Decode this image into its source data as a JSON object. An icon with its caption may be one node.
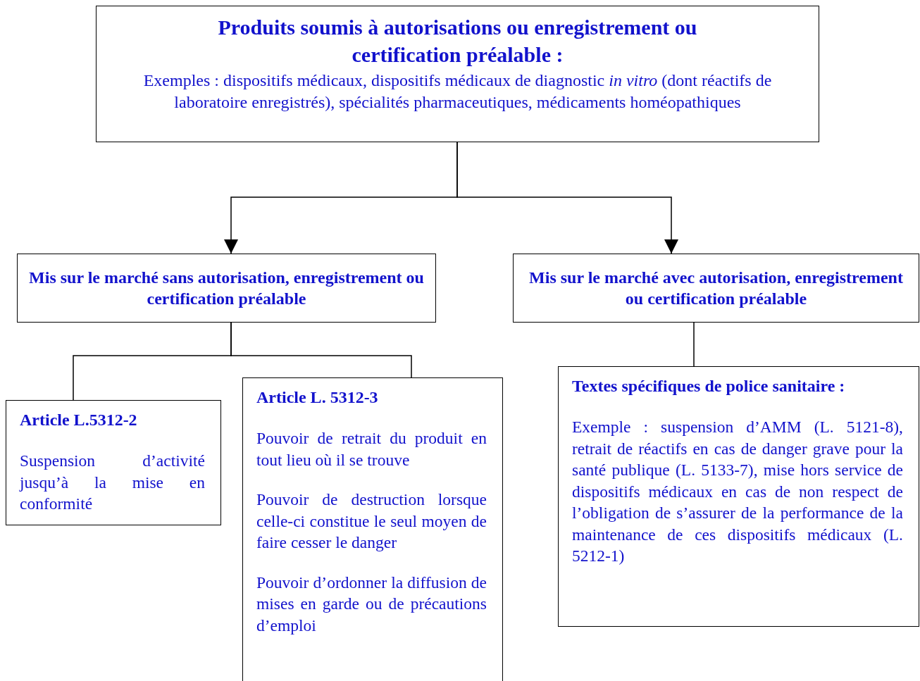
{
  "diagram": {
    "nodes": [
      {
        "text": [
          "Produits soumis à autorisations ou enregistrement ou certification préalable :",
          "Exemples : dispositifs médicaux, dispositifs médicaux de diagnostic *in vitro* (dont réactifs de laboratoire enregistrés), spécialités pharmaceutiques, médicaments homéopathiques"
        ]
      },
      {
        "text": [
          "Mis sur le marché sans autorisation, enregistrement ou certification préalable"
        ]
      },
      {
        "text": [
          "Mis sur le marché avec autorisation, enregistrement ou certification préalable"
        ]
      },
      {
        "text": [
          "Article L.5312-2",
          "Suspension d’activité jusqu’à la mise en conformité"
        ]
      },
      {
        "text": [
          "Article L. 5312-3",
          "Pouvoir de retrait du produit en tout lieu où il se trouve",
          "Pouvoir de destruction lorsque celle-ci constitue le seul moyen de faire cesser le danger",
          "Pouvoir d’ordonner la diffusion de mises en garde ou de précautions d’emploi"
        ]
      },
      {
        "text": [
          "Textes spécifiques de police sanitaire :",
          "Exemple : suspension d’AMM (L. 5121-8), retrait de réactifs en cas de danger grave pour la santé publique (L. 5133-7), mise hors service de dispositifs médicaux en cas de non respect de l’obligation de s’assurer de la performance de la maintenance de ces dispositifs médicaux (L. 5212-1)"
        ]
      }
    ],
    "edges": [
      {
        "from": 0,
        "to": 1,
        "arrow": "to"
      },
      {
        "from": 0,
        "to": 2,
        "arrow": "to"
      },
      {
        "from": 1,
        "to": 3,
        "arrow": "none"
      },
      {
        "from": 1,
        "to": 4,
        "arrow": "none"
      },
      {
        "from": 2,
        "to": 5,
        "arrow": "none"
      }
    ]
  }
}
